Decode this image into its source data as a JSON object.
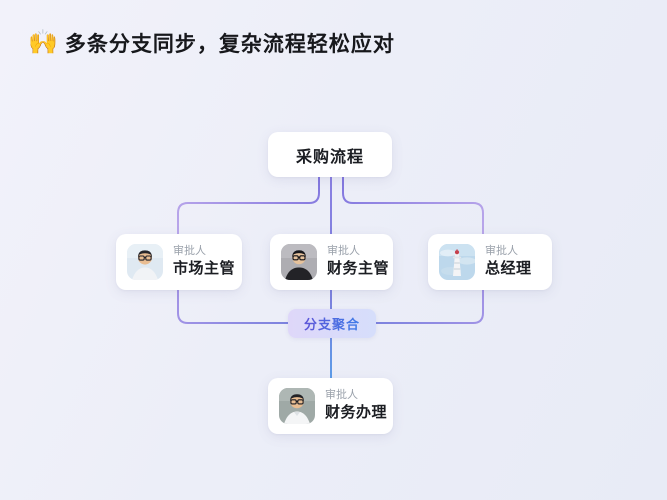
{
  "header": {
    "emoji": "🙌",
    "title": "多条分支同步，复杂流程轻松应对"
  },
  "flow": {
    "start_node": {
      "label": "采购流程"
    },
    "branches": [
      {
        "role": "审批人",
        "name": "市场主管",
        "avatar": "young-man-glasses-photo"
      },
      {
        "role": "审批人",
        "name": "财务主管",
        "avatar": "man-dark-jacket-glasses-photo"
      },
      {
        "role": "审批人",
        "name": "总经理",
        "avatar": "lighthouse-photo"
      }
    ],
    "merge_badge": {
      "label": "分支聚合"
    },
    "end_node": {
      "role": "审批人",
      "name": "财务办理",
      "avatar": "man-white-shirt-glasses-photo"
    }
  },
  "colors": {
    "background_from": "#f2f2fa",
    "background_to": "#e8ebf6",
    "connector_purple": "#8a80e2",
    "connector_purple_light": "#b9a6ea",
    "connector_indigo": "#7b82de",
    "connector_blue": "#5c9ce8",
    "badge_bg_from": "#ded7f9",
    "badge_bg_to": "#d6defb",
    "badge_text_from": "#5e55d8",
    "badge_text_to": "#3f7de8",
    "card_bg": "#ffffff",
    "role_text": "#9aa1ab",
    "name_text": "#1b1d22"
  }
}
